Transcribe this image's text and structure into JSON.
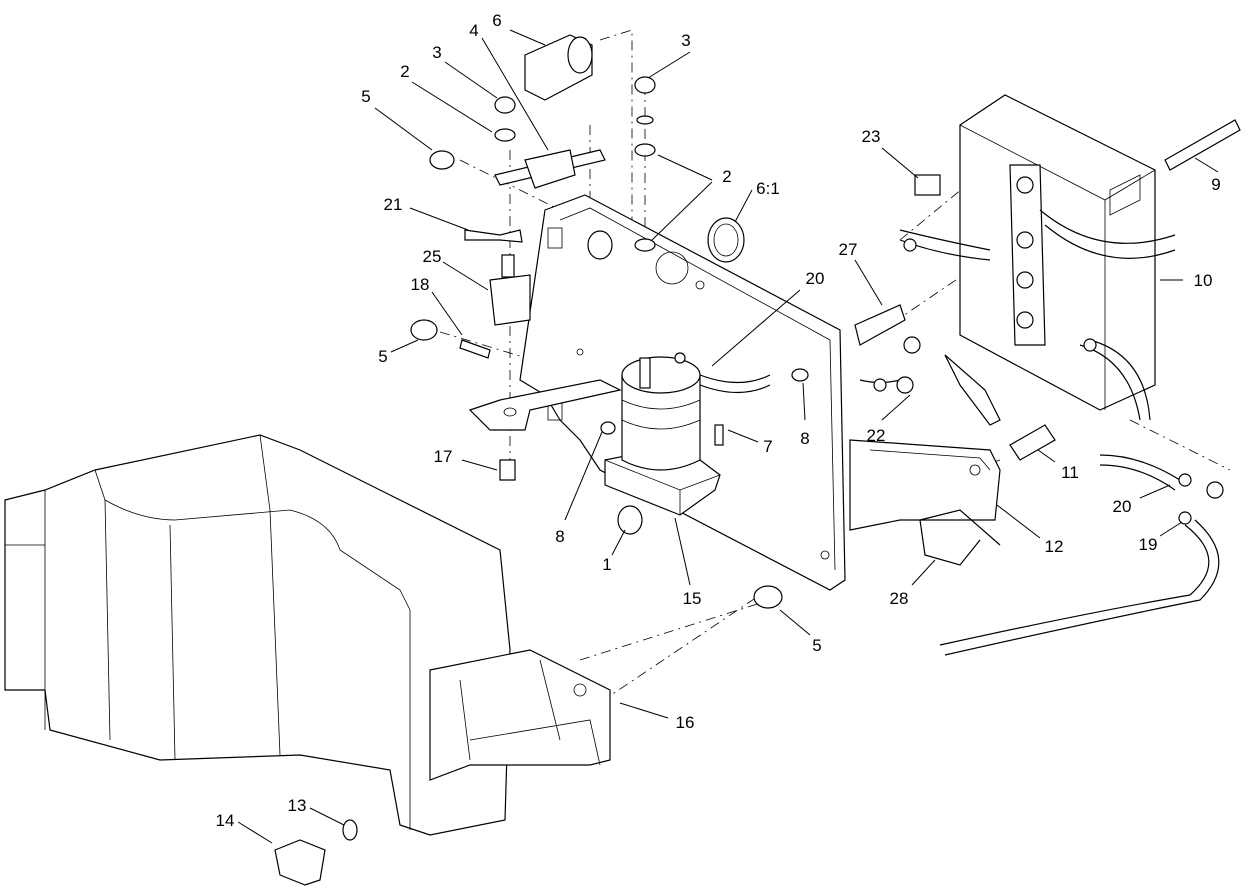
{
  "diagram": {
    "callouts": [
      {
        "id": "c6-top",
        "label": "6"
      },
      {
        "id": "c4",
        "label": "4"
      },
      {
        "id": "c3-left",
        "label": "3"
      },
      {
        "id": "c3-right",
        "label": "3"
      },
      {
        "id": "c2-left",
        "label": "2"
      },
      {
        "id": "c5-left",
        "label": "5"
      },
      {
        "id": "c23",
        "label": "23"
      },
      {
        "id": "c9",
        "label": "9"
      },
      {
        "id": "c2-right",
        "label": "2"
      },
      {
        "id": "c6-1",
        "label": "6:1"
      },
      {
        "id": "c21",
        "label": "21"
      },
      {
        "id": "c25",
        "label": "25"
      },
      {
        "id": "c27",
        "label": "27"
      },
      {
        "id": "c10",
        "label": "10"
      },
      {
        "id": "c20-center",
        "label": "20"
      },
      {
        "id": "c18",
        "label": "18"
      },
      {
        "id": "c5-mid",
        "label": "5"
      },
      {
        "id": "c8-right",
        "label": "8"
      },
      {
        "id": "c22",
        "label": "22"
      },
      {
        "id": "c7",
        "label": "7"
      },
      {
        "id": "c17",
        "label": "17"
      },
      {
        "id": "c11",
        "label": "11"
      },
      {
        "id": "c20-right",
        "label": "20"
      },
      {
        "id": "c8-left",
        "label": "8"
      },
      {
        "id": "c12",
        "label": "12"
      },
      {
        "id": "c19",
        "label": "19"
      },
      {
        "id": "c1",
        "label": "1"
      },
      {
        "id": "c15",
        "label": "15"
      },
      {
        "id": "c28",
        "label": "28"
      },
      {
        "id": "c5-bottom",
        "label": "5"
      },
      {
        "id": "c16",
        "label": "16"
      },
      {
        "id": "c13",
        "label": "13"
      },
      {
        "id": "c14",
        "label": "14"
      }
    ]
  }
}
